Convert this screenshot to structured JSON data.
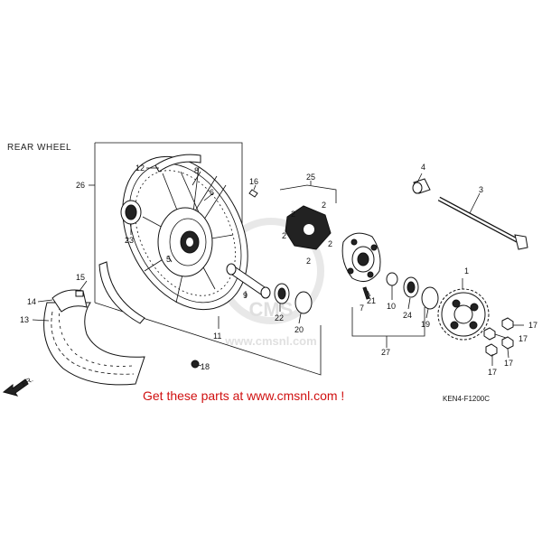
{
  "diagram": {
    "title": "REAR WHEEL",
    "figure_code": "KEN4-F1200C",
    "direction_label": "FR.",
    "promo_text": "Get these parts at www.cmsnl.com !",
    "watermark": {
      "brand": "CMS",
      "url": "www.cmsnl.com"
    },
    "callouts": [
      "1",
      "2",
      "2",
      "2",
      "2",
      "2",
      "3",
      "4",
      "5",
      "6",
      "7",
      "8",
      "9",
      "10",
      "11",
      "12",
      "13",
      "14",
      "15",
      "16",
      "17",
      "17",
      "17",
      "17",
      "18",
      "19",
      "20",
      "21",
      "22",
      "23",
      "24",
      "25",
      "26",
      "27"
    ]
  }
}
